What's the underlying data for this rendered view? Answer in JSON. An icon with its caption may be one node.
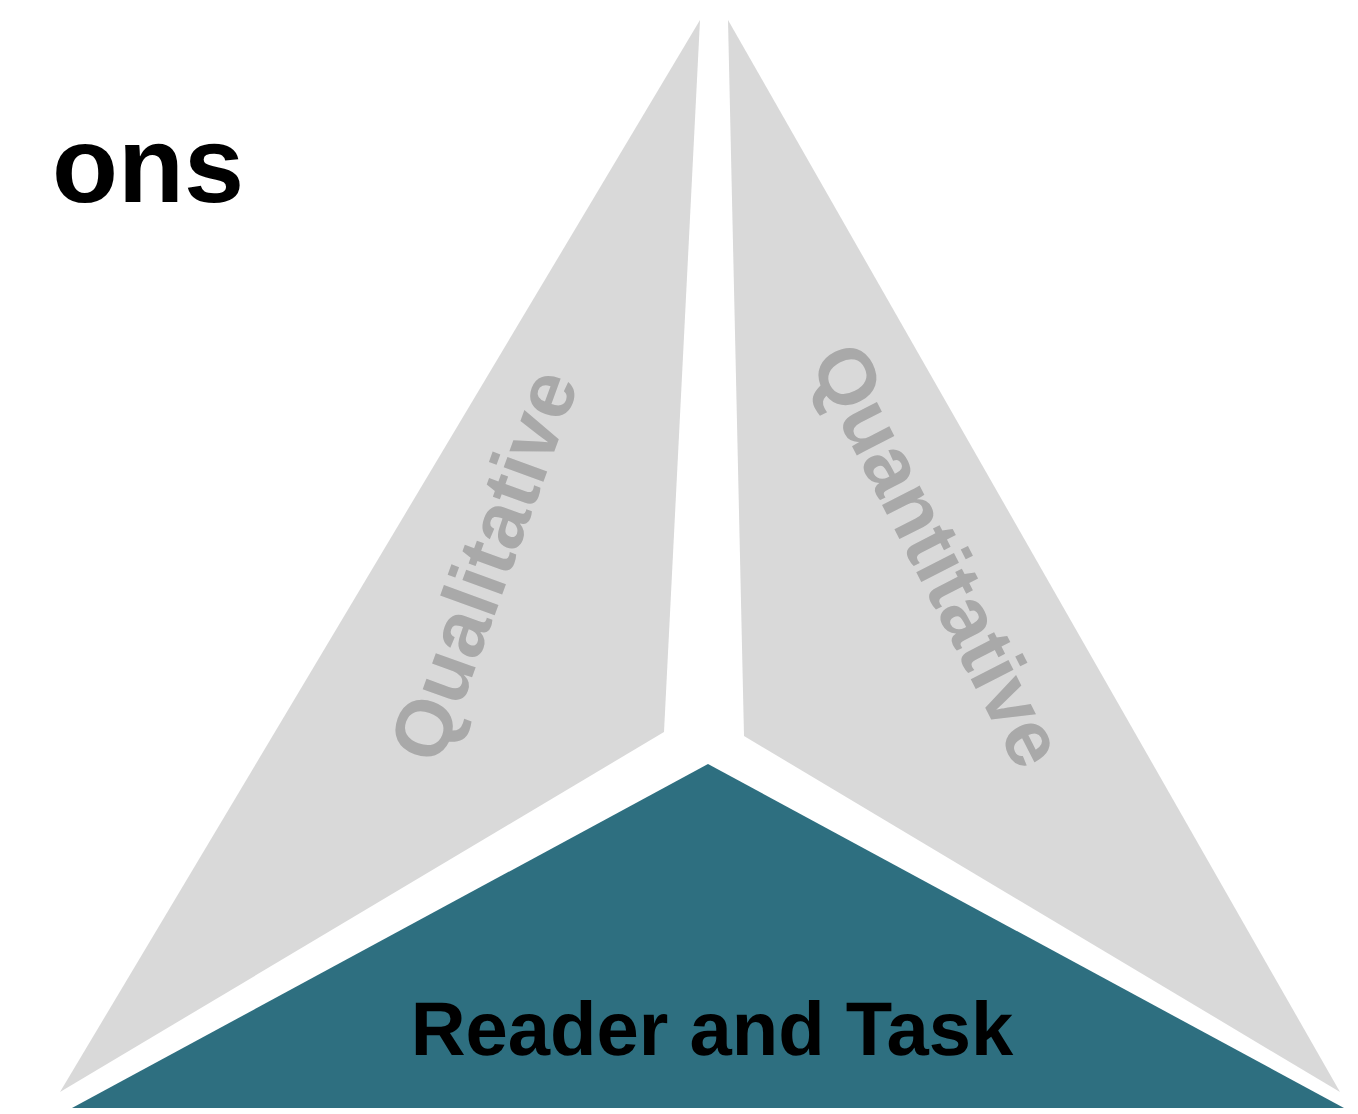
{
  "diagram": {
    "title": "ons",
    "nodes": [
      {
        "text": [
          "Qualitative"
        ]
      },
      {
        "text": [
          "Quantitative"
        ]
      },
      {
        "text": [
          "Reader and Task"
        ]
      }
    ]
  }
}
